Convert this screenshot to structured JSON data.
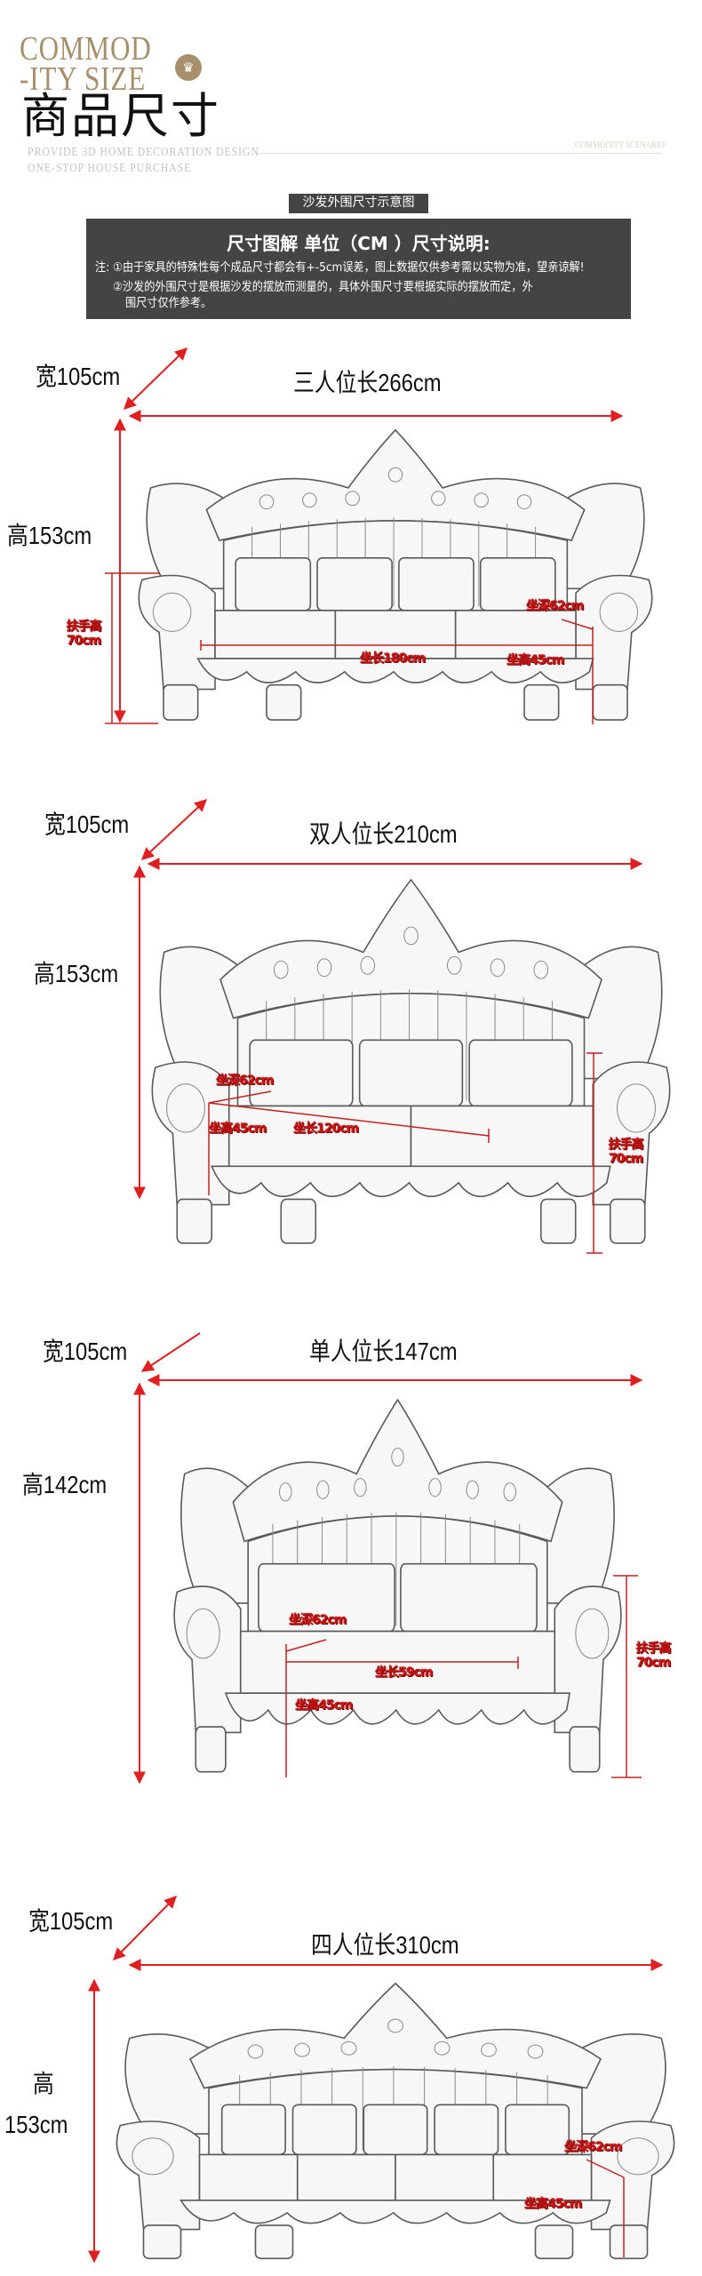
{
  "header": {
    "title_en_line1": "COMMOD",
    "title_en_line2": "-ITY SIZE",
    "title_cn": "商品尺寸",
    "subtitle_line1": "PROVIDE 3D HOME DECORATION DESIGN",
    "subtitle_line2": "ONE-STOP HOUSE PURCHASE",
    "scenario": "COMMODITY SCENARIO",
    "crown_icon": "♛",
    "accent_color": "#a88f6c"
  },
  "diagram_label": "沙发外围尺寸示意图",
  "notes": {
    "heading": "尺寸图解 单位（CM ）尺寸说明:",
    "note1": "注: ①由于家具的特殊性每个成品尺寸都会有+-5cm误差，图上数据仅供参考需以实物为准，望亲谅解!",
    "note2_line1": "②沙发的外围尺寸是根据沙发的摆放而测量的，具体外围尺寸要根据实际的摆放而定，外",
    "note2_line2": "围尺寸仅作参考。"
  },
  "measure_color": "#e02020",
  "sections": [
    {
      "width": "宽105cm",
      "length": "三人位长266cm",
      "height": "高153cm",
      "arm_label": "扶手高",
      "arm_value": "70cm",
      "seat_depth": "坐深62cm",
      "seat_length": "坐长180cm",
      "seat_height": "坐高45cm"
    },
    {
      "width": "宽105cm",
      "length": "双人位长210cm",
      "height": "高153cm",
      "arm_label": "扶手高",
      "arm_value": "70cm",
      "seat_depth": "坐深62cm",
      "seat_length": "坐长120cm",
      "seat_height": "坐高45cm"
    },
    {
      "width": "宽105cm",
      "length": "单人位长147cm",
      "height": "高142cm",
      "arm_label": "扶手高",
      "arm_value": "70cm",
      "seat_depth": "坐深62cm",
      "seat_length": "坐长59cm",
      "seat_height": "坐高45cm"
    },
    {
      "width": "宽105cm",
      "length": "四人位长310cm",
      "height_label": "高",
      "height_value": "153cm",
      "seat_depth": "坐深62cm",
      "seat_height": "坐高45cm"
    }
  ]
}
